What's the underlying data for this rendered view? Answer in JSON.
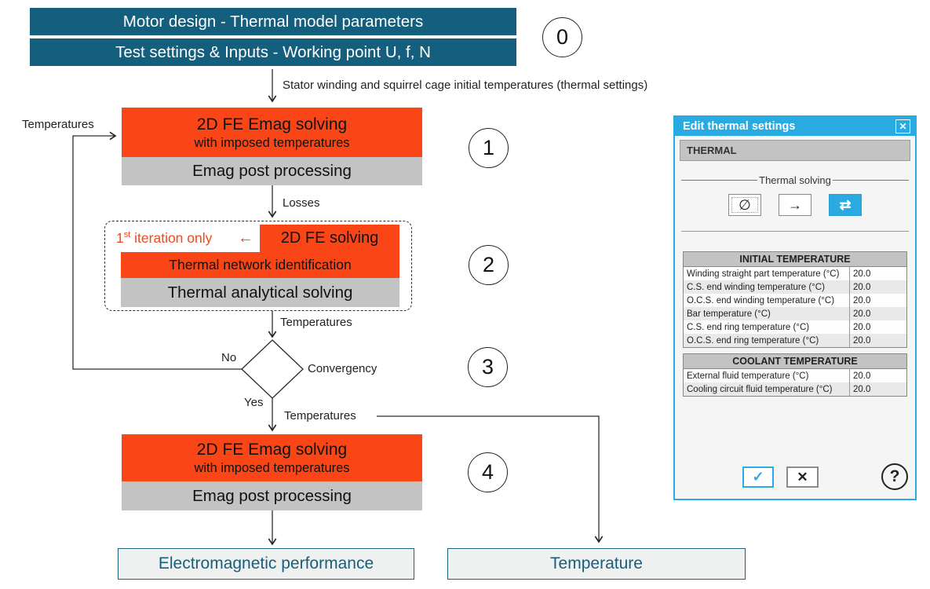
{
  "palette": {
    "teal": "#155f7e",
    "orange": "#fa4616",
    "gray": "#c3c3c3",
    "cyan": "#29abe2"
  },
  "flow": {
    "bars": [
      {
        "label": "Motor design - Thermal model parameters"
      },
      {
        "label": "Test settings & Inputs - Working point U, f, N"
      }
    ],
    "badges": [
      "0",
      "1",
      "2",
      "3",
      "4"
    ],
    "init_label": "Stator winding and squirrel cage initial temperatures (thermal settings)",
    "loop_label": "Temperatures",
    "stage1": {
      "line1": "2D FE Emag solving",
      "line2": "with imposed temperatures",
      "post": "Emag post processing"
    },
    "losses_label": "Losses",
    "stage2": {
      "note_num": "1",
      "note_sup": "st",
      "note_text": " iteration only",
      "note_arrow": "←",
      "fe": "2D FE solving",
      "network": "Thermal network identification",
      "analytical": "Thermal analytical solving"
    },
    "temps_label_mid": "Temperatures",
    "decision": {
      "no": "No",
      "yes": "Yes",
      "label": "Convergency"
    },
    "temps_label_right": "Temperatures",
    "stage4": {
      "line1": "2D FE Emag solving",
      "line2": "with imposed temperatures",
      "post": "Emag post processing"
    },
    "outputs": [
      {
        "label": "Electromagnetic performance"
      },
      {
        "label": "Temperature"
      }
    ]
  },
  "dialog": {
    "title": "Edit thermal settings",
    "close_icon": "✕",
    "section": "THERMAL",
    "group": "Thermal solving",
    "solver_buttons": [
      {
        "icon": "∅"
      },
      {
        "icon": "→"
      },
      {
        "icon": "⇄"
      }
    ],
    "tables": [
      {
        "header": "INITIAL TEMPERATURE",
        "rows": [
          [
            "Winding straight part temperature (°C)",
            "20.0"
          ],
          [
            "C.S. end winding temperature (°C)",
            "20.0"
          ],
          [
            "O.C.S. end winding temperature (°C)",
            "20.0"
          ],
          [
            "Bar temperature (°C)",
            "20.0"
          ],
          [
            "C.S. end ring temperature (°C)",
            "20.0"
          ],
          [
            "O.C.S. end ring temperature (°C)",
            "20.0"
          ]
        ]
      },
      {
        "header": "COOLANT TEMPERATURE",
        "rows": [
          [
            "External fluid temperature (°C)",
            "20.0"
          ],
          [
            "Cooling circuit fluid temperature (°C)",
            "20.0"
          ]
        ]
      }
    ],
    "ok_icon": "✓",
    "cancel_icon": "✕",
    "help_icon": "?"
  }
}
